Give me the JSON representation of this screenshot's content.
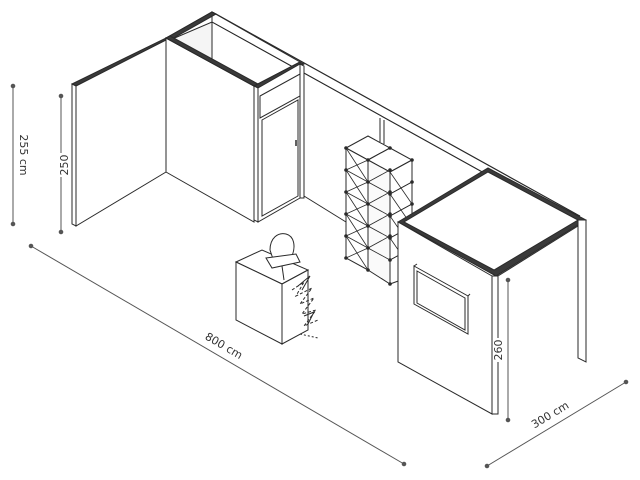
{
  "dimensions": {
    "length": "800 cm",
    "depth": "300 cm",
    "wall_height_left": "255 cm",
    "wall_height_inner": "250",
    "wall_height_right": "260"
  },
  "colors": {
    "line": "#2a2a2a",
    "dim_line": "#555555",
    "wall_fill": "#ffffff",
    "frame_fill": "#3a3a3a",
    "shade": "#f2f2f2"
  }
}
